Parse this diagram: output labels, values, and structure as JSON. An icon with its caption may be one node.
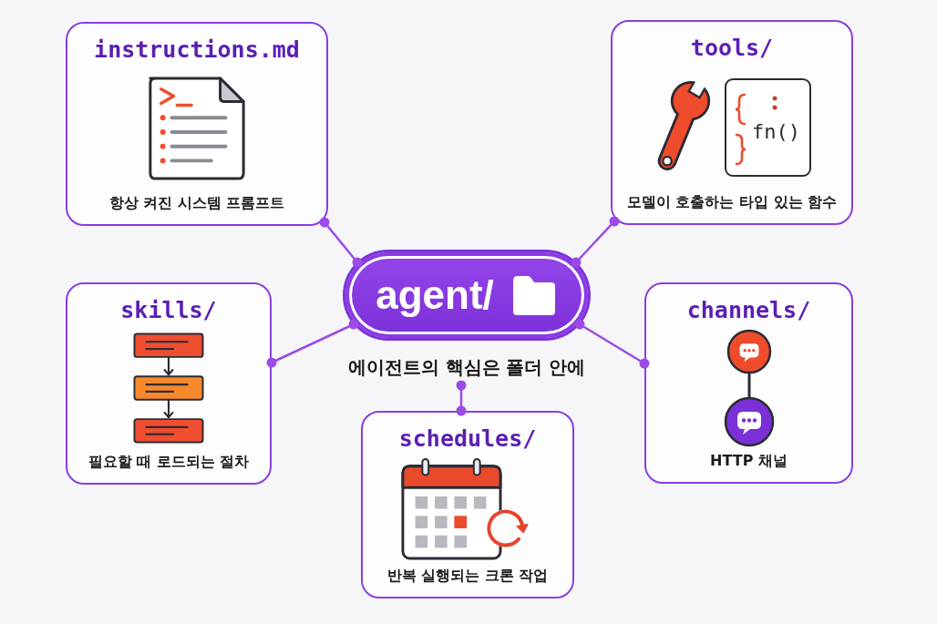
{
  "diagram": {
    "nodes": [
      {
        "text": [
          "instructions.md",
          "항상 켜진 시스템 프롬프트"
        ]
      },
      {
        "text": [
          "tools/",
          "fn()",
          "모델이 호출하는 타입 있는 함수"
        ]
      },
      {
        "text": [
          "agent/"
        ],
        "beside": [
          "에이전트의 핵심은 폴더 안에"
        ]
      },
      {
        "text": [
          "skills/",
          "필요할 때 로드되는 절차"
        ]
      },
      {
        "text": [
          "channels/",
          "HTTP 채널"
        ]
      },
      {
        "text": [
          "schedules/",
          "반복 실행되는 크론 작업"
        ]
      }
    ],
    "edges": [
      {
        "from": 2,
        "to": 0,
        "arrow": "other"
      },
      {
        "from": 2,
        "to": 1,
        "arrow": "other"
      },
      {
        "from": 2,
        "to": 3,
        "arrow": "other"
      },
      {
        "from": 2,
        "to": 4,
        "arrow": "other"
      },
      {
        "from": 2,
        "to": 5,
        "arrow": "other"
      }
    ]
  }
}
